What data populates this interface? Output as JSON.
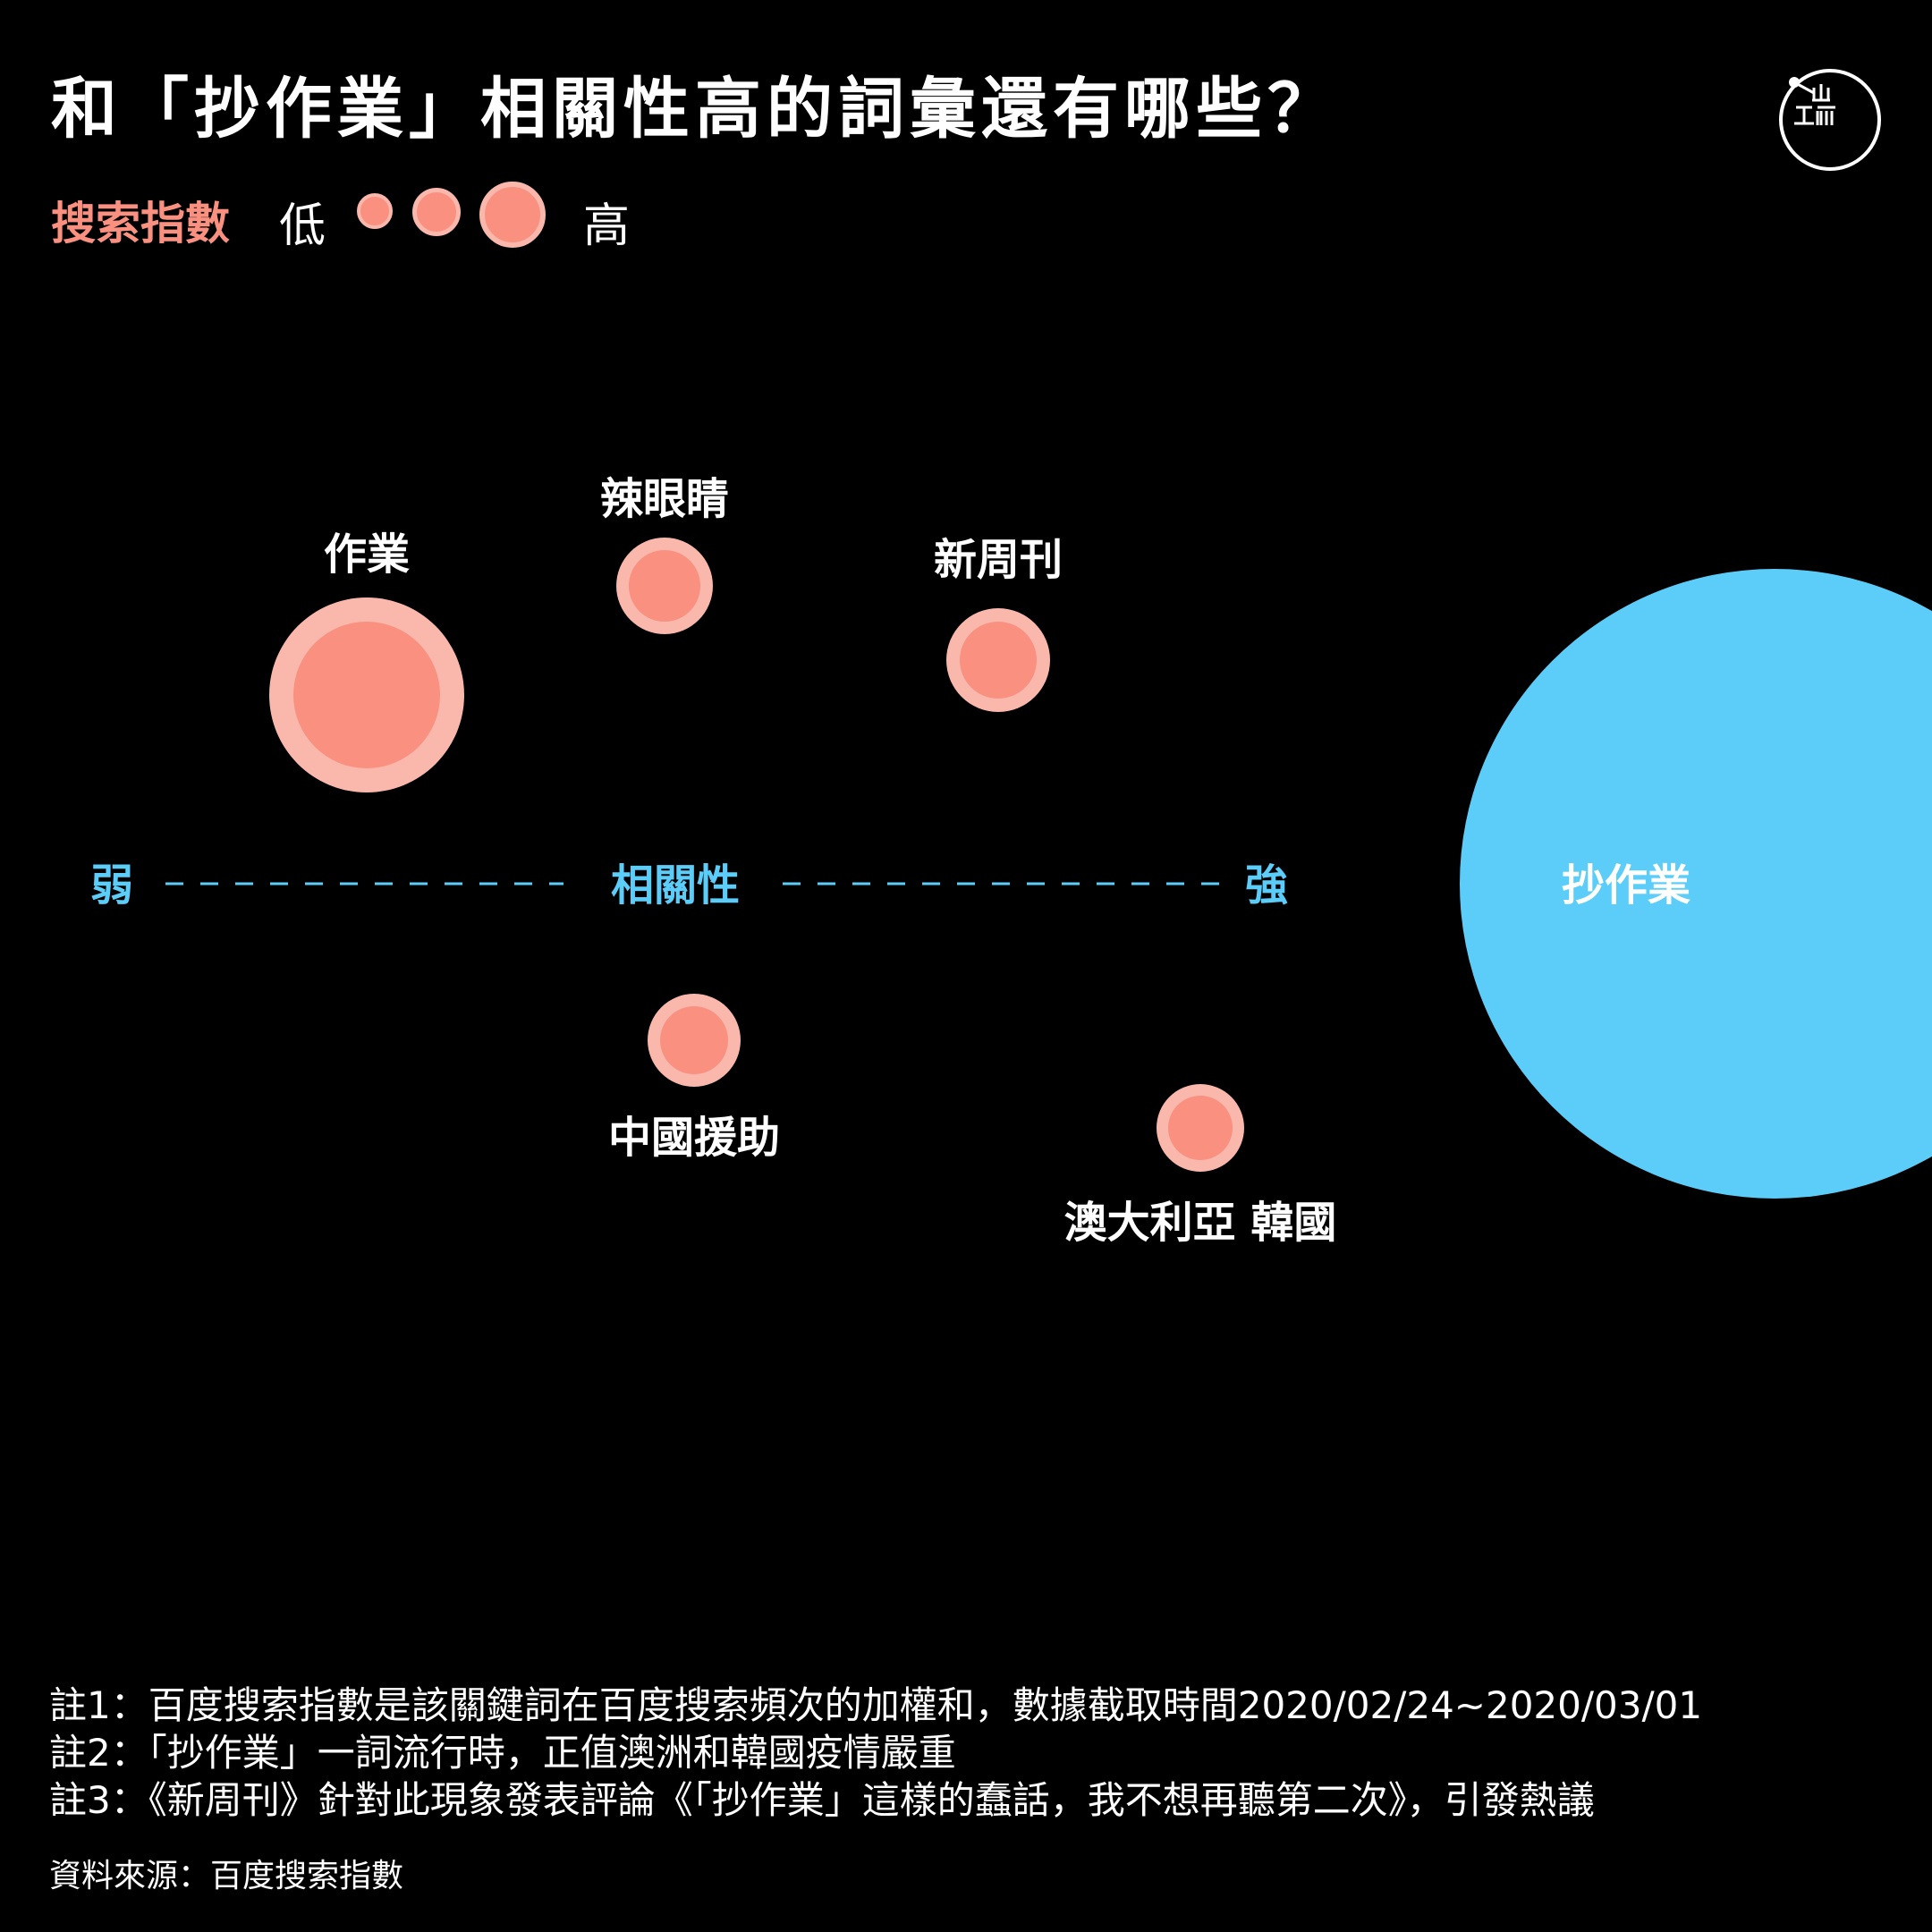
{
  "title": "和「抄作業」相關性高的詞彙還有哪些？",
  "legend": {
    "title": "搜索指數",
    "low": "低",
    "high": "高",
    "color": "#f99080",
    "ring_color": "#fab7ab"
  },
  "chart_data": {
    "type": "scatter",
    "title": "和「抄作業」相關性高的詞彙還有哪些？",
    "x_axis": {
      "label": "相關性",
      "low_label": "弱",
      "high_label": "強",
      "color": "#5bcdf8"
    },
    "encoding": "horizontal position = correlation (weak → strong); bubble size = search index (low → high)",
    "center_term": {
      "label": "抄作業",
      "color": "#5bcdf8"
    },
    "points": [
      {
        "label": "作業",
        "size": "high"
      },
      {
        "label": "辣眼睛",
        "size": "medium"
      },
      {
        "label": "新周刊",
        "size": "medium"
      },
      {
        "label": "中國援助",
        "size": "low-medium"
      },
      {
        "label": "澳大利亞 韓國",
        "size": "low-medium"
      }
    ]
  },
  "notes": [
    "註1：百度搜索指數是該關鍵詞在百度搜索頻次的加權和，數據截取時間2020/02/24~2020/03/01",
    "註2：「抄作業」一詞流行時，正值澳洲和韓國疫情嚴重",
    "註3：《新周刊》針對此現象發表評論《「抄作業」這樣的蠢話，我不想再聽第二次》，引發熱議"
  ],
  "source": "資料來源：百度搜索指數"
}
